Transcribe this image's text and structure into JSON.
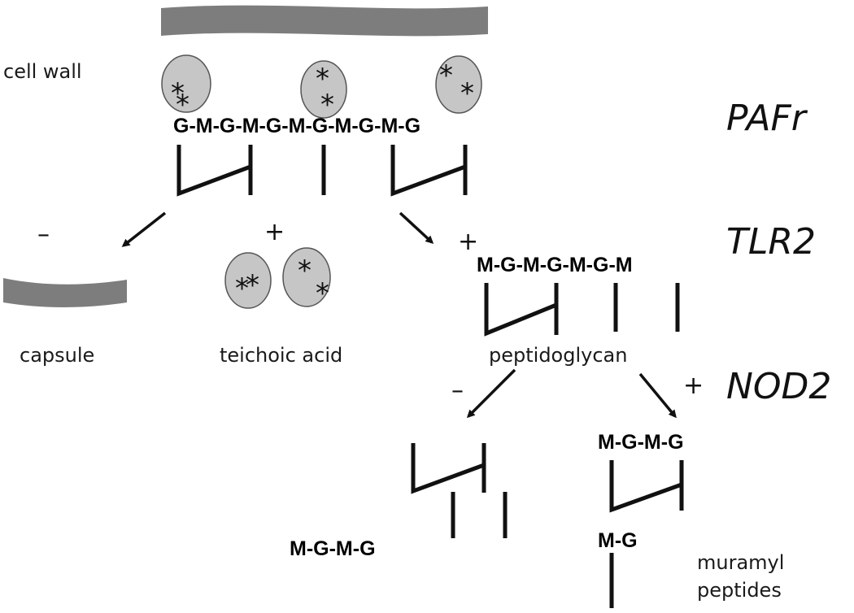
{
  "labels": {
    "cell_wall": "cell wall",
    "capsule": "capsule",
    "teichoic_acid": "teichoic acid",
    "peptidoglycan": "peptidoglycan",
    "muramyl_line1": "muramyl",
    "muramyl_line2": "peptides"
  },
  "receptors": {
    "pafr": "PAFr",
    "tlr2": "TLR2",
    "nod2": "NOD2"
  },
  "chains": {
    "cell_wall_glycan": "G-M-G-M-G-M-G-M-G-M-G",
    "peptidoglycan_glycan": "M-G-M-G-M-G-M",
    "released_glycan": "M-G-M-G",
    "muramyl_glycan": "M-G-M-G",
    "muramyl_dipeptide": "M-G"
  },
  "signs": {
    "capsule_minus": "–",
    "teichoic_plus": "+",
    "peptidoglycan_plus": "+",
    "degraded_minus": "–",
    "muramyl_plus": "+"
  },
  "colors": {
    "band": "#7d7d7d",
    "teichoic_fill": "#c6c6c6",
    "ink": "#111111"
  }
}
